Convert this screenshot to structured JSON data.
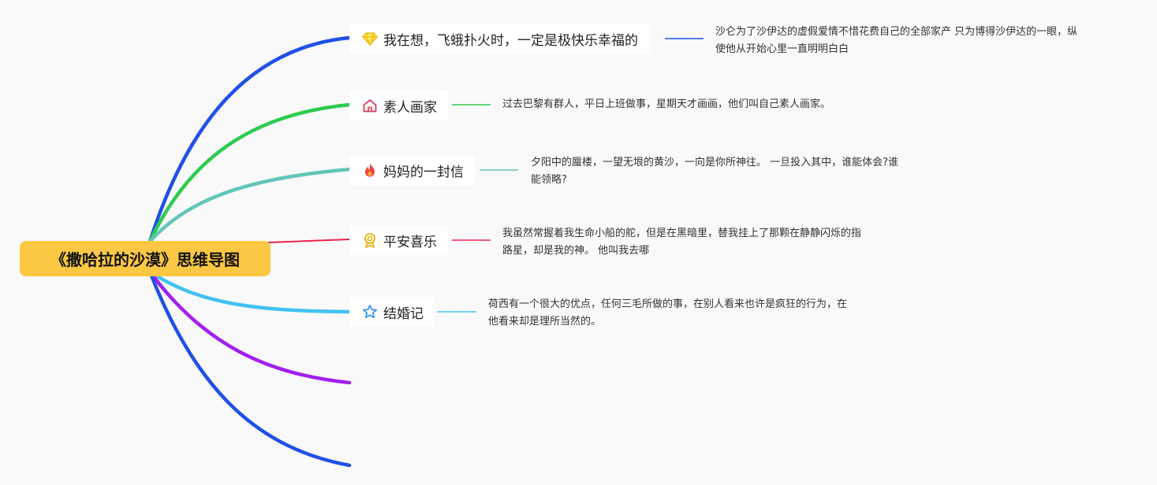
{
  "root": {
    "label": "《撒哈拉的沙漠》思维导图"
  },
  "branches": [
    {
      "label": "我在想，飞蛾扑火时，一定是极快乐幸福的",
      "icon": "diamond-icon",
      "color": "#1f50e6",
      "note_lines": [
        "沙仑为了沙伊达的虚假爱情不惜花费自己的全部家产 只为博得沙伊达的一眼，纵",
        "使他从开始心里一直明明白白"
      ]
    },
    {
      "label": "素人画家",
      "icon": "house-icon",
      "color": "#2ecb4f",
      "note_lines": [
        "过去巴黎有群人，平日上班做事，星期天才画画，他们叫自己素人画家。"
      ]
    },
    {
      "label": "妈妈的一封信",
      "icon": "fire-icon",
      "color": "#62c6b8",
      "note_lines": [
        "夕阳中的蜃楼，一望无垠的黄沙，一向是你所神往。 一旦投入其中，谁能体会?谁",
        "能领略?"
      ]
    },
    {
      "label": "平安喜乐",
      "icon": "medal-icon",
      "color": "#e8244d",
      "note_lines": [
        "我虽然常握着我生命小船的舵，但是在黑暗里，替我挂上了那颗在静静闪烁的指",
        "路星，却是我的神。 他叫我去哪"
      ]
    },
    {
      "label": "结婚记",
      "icon": "star-icon",
      "color": "#42c1f2",
      "note_lines": [
        "荷西有一个很大的优点，任何三毛所做的事，在别人看来也许是疯狂的行为，在",
        "他看来却是理所当然的。"
      ]
    }
  ],
  "empty_branch_colors": [
    "#a21ff0",
    "#1f50e6"
  ]
}
